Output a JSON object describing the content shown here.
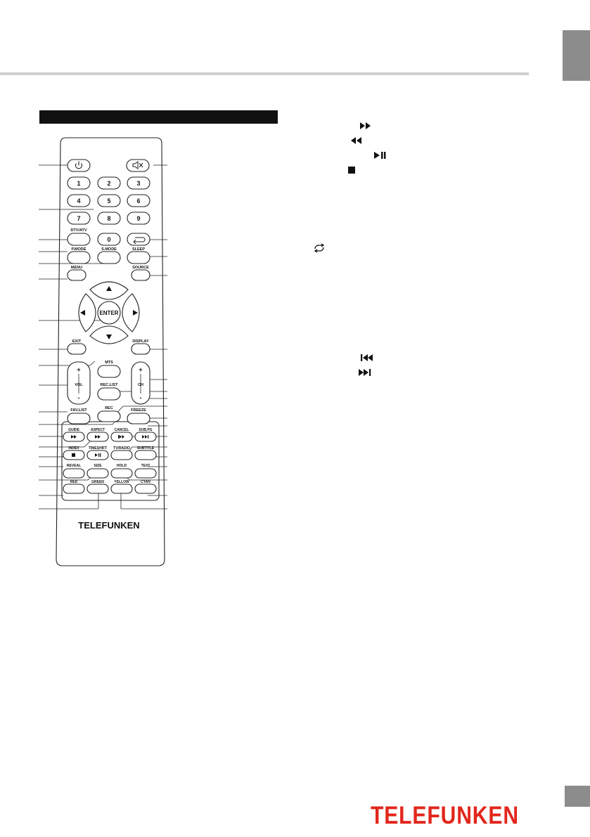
{
  "remote": {
    "brand": "TELEFUNKEN",
    "labels": {
      "dtv_atv": "DTV/ATV",
      "pmode": "P.MODE",
      "smode": "S.MODE",
      "sleep": "SLEEP",
      "menu": "MENU",
      "source": "SOURCE",
      "enter": "ENTER",
      "exit": "EXIT",
      "display": "DISPLAY",
      "mts": "MTS",
      "vol": "VOL",
      "ch": "CH",
      "reclist": "REC.LIST",
      "favlist": "FAV.LIST",
      "rec": "REC",
      "freeze": "FREEZE",
      "guide": "GUIDE",
      "aspect": "ASPECT",
      "cancel": "CANCEL",
      "subpg": "SUB.PG",
      "index": "INDEX",
      "timeshift": "TIMESHIFT",
      "tvradio": "TV/RADIO",
      "subtitle": "SUBTITLE",
      "reveal": "REVEAL",
      "size": "SIZE",
      "hold": "HOLD",
      "text": "TEXT",
      "red": "RED",
      "green": "GREEN",
      "yellow": "YELLOW",
      "cyan": "CYAN",
      "plus": "+",
      "minus": "-"
    },
    "digits": [
      "1",
      "2",
      "3",
      "4",
      "5",
      "6",
      "7",
      "8",
      "9",
      "0"
    ]
  },
  "footer": {
    "logo_text": "TELEFUNKEN"
  },
  "icons": [
    "power-icon",
    "mute-icon",
    "recall-icon",
    "arrow-up-icon",
    "arrow-down-icon",
    "arrow-left-icon",
    "arrow-right-icon",
    "fast-forward-icon",
    "rewind-icon",
    "play-pause-icon",
    "stop-icon",
    "repeat-icon",
    "previous-icon",
    "next-icon"
  ],
  "colors": {
    "brand_red": "#e2261c",
    "tab_gray": "#8c8c8c",
    "rule_gray": "#cfcfcf"
  }
}
